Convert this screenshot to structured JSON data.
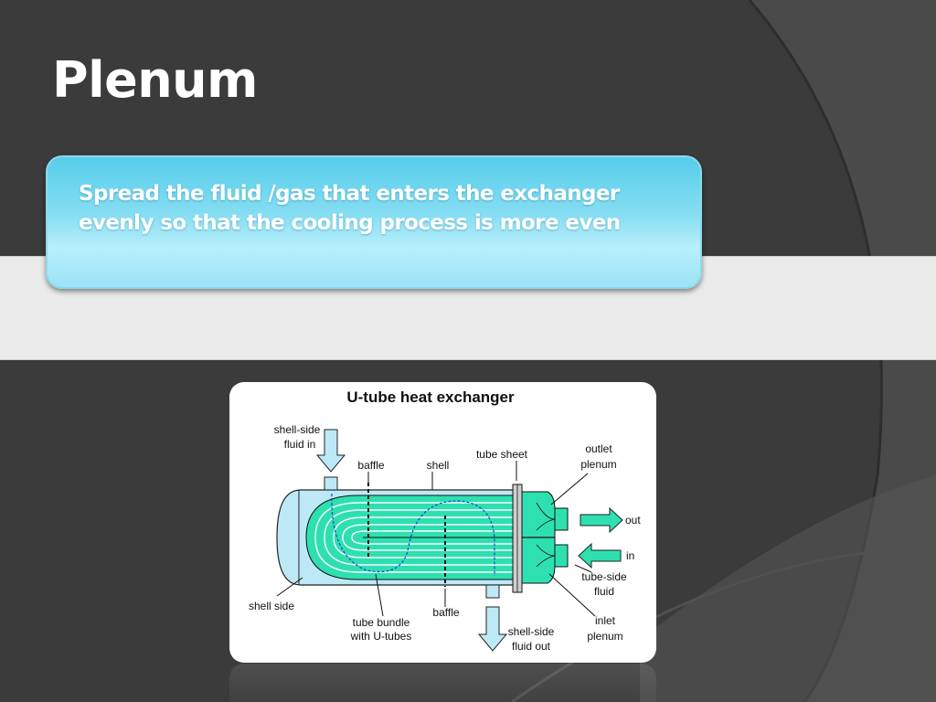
{
  "slide": {
    "title": "Plenum",
    "callout_text": "Spread the fluid /gas that enters the exchanger evenly so that the cooling process is more even"
  },
  "diagram": {
    "title": "U-tube heat exchanger",
    "labels": {
      "shell_side_fluid_in_1": "shell-side",
      "shell_side_fluid_in_2": "fluid in",
      "baffle_top": "baffle",
      "shell": "shell",
      "tube_sheet": "tube sheet",
      "outlet_plenum_1": "outlet",
      "outlet_plenum_2": "plenum",
      "out": "out",
      "in": "in",
      "tube_side_fluid_1": "tube-side",
      "tube_side_fluid_2": "fluid",
      "shell_side": "shell side",
      "tube_bundle_1": "tube bundle",
      "tube_bundle_2": "with U-tubes",
      "baffle_bottom": "baffle",
      "shell_side_fluid_out_1": "shell-side",
      "shell_side_fluid_out_2": "fluid out",
      "inlet_plenum_1": "inlet",
      "inlet_plenum_2": "plenum"
    }
  },
  "colors": {
    "background": "#3b3b3b",
    "band": "#ebebeb",
    "callout_top": "#56cdea",
    "callout_light": "#b8effc",
    "tube_fluid": "#2ee0b0",
    "shell_fluid": "#bde9f7"
  }
}
